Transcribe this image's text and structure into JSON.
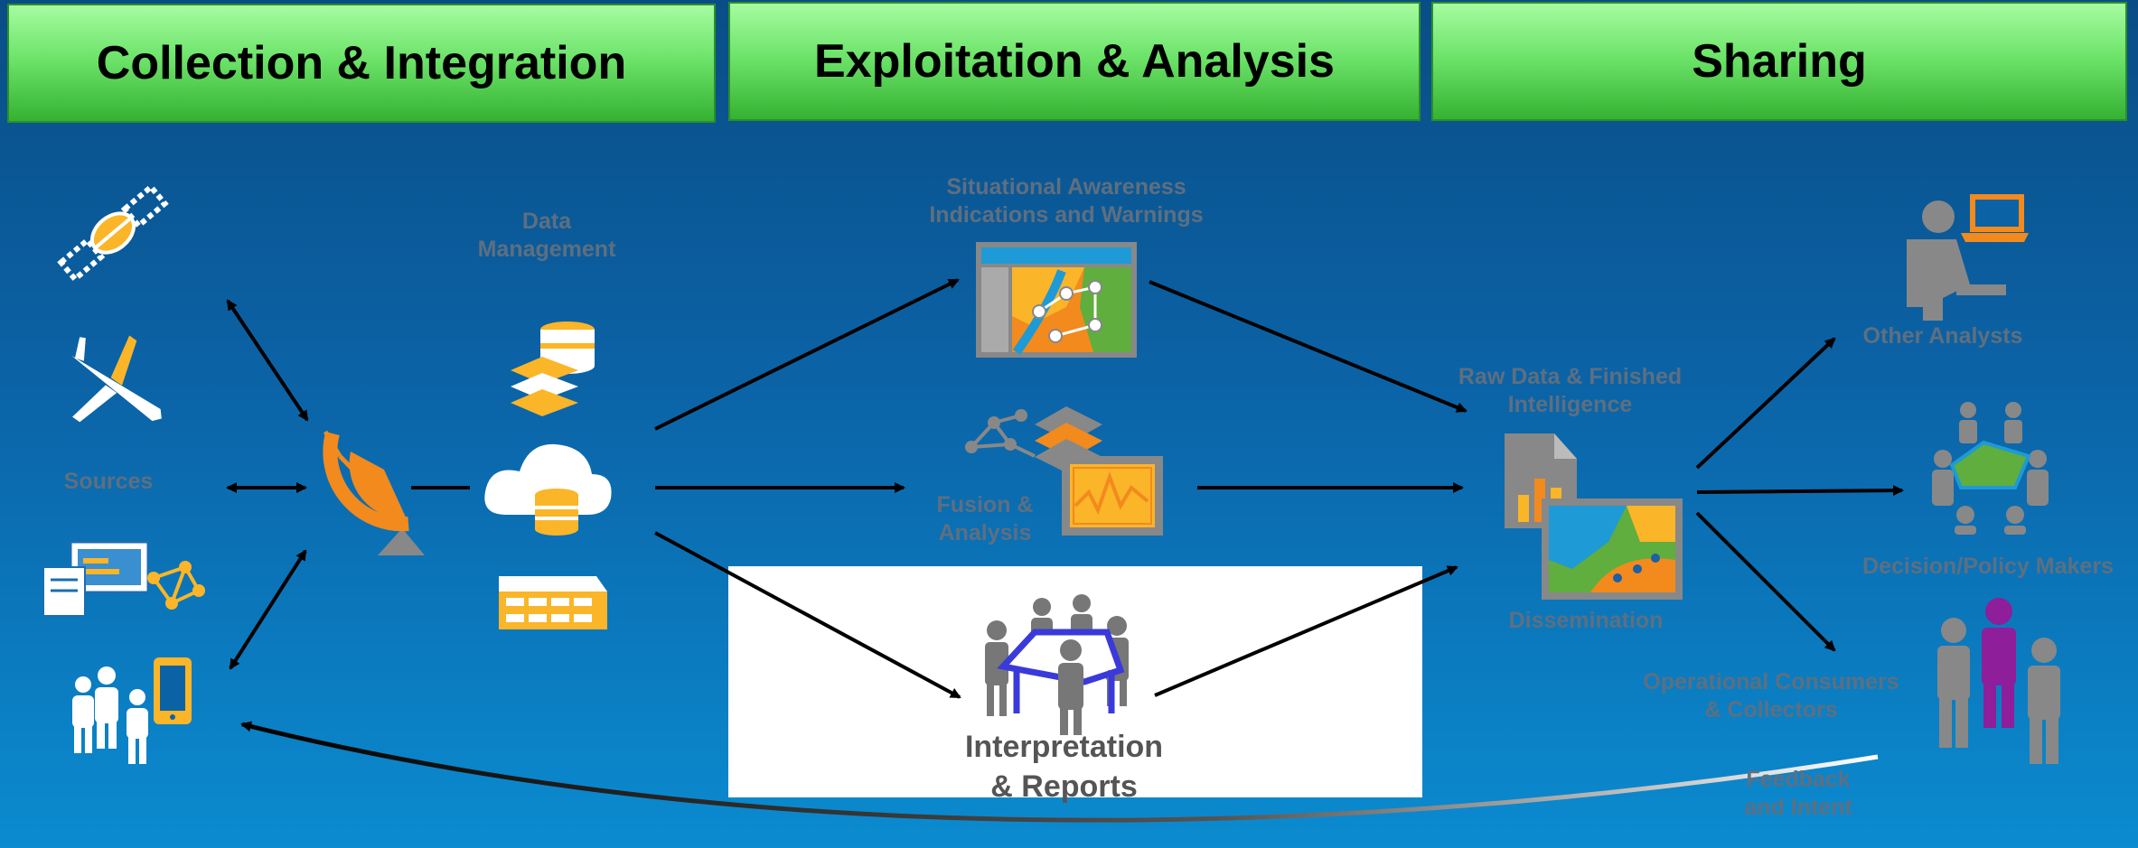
{
  "headers": {
    "collection": "Collection & Integration",
    "exploitation": "Exploitation & Analysis",
    "sharing": "Sharing"
  },
  "labels": {
    "data_management": "Data\nManagement",
    "sources": "Sources",
    "situational": "Situational Awareness\nIndications and Warnings",
    "fusion": "Fusion &\nAnalysis",
    "interpretation": "Interpretation\n& Reports",
    "raw_data": "Raw Data & Finished\nIntelligence",
    "dissemination": "Dissemination",
    "other_analysts": "Other Analysts",
    "decision_makers": "Decision/Policy Makers",
    "operational": "Operational Consumers\n& Collectors",
    "feedback": "Feedback\nand Intent"
  },
  "colors": {
    "header_green": "#6ee46b",
    "icon_orange": "#f28a1e",
    "icon_yellow": "#fbb528",
    "icon_gray": "#888888",
    "background_blue": "#0b63a6"
  },
  "icons": [
    "satellite-icon",
    "aircraft-icon",
    "computer-network-icon",
    "people-mobile-icon",
    "satellite-dish-icon",
    "database-stack-icon",
    "cloud-database-icon",
    "server-rack-icon",
    "map-dashboard-icon",
    "network-graph-icon",
    "monitor-chart-icon",
    "meeting-table-icon",
    "report-chart-icon",
    "map-monitor-icon",
    "analyst-laptop-icon",
    "policy-meeting-icon",
    "group-people-icon"
  ]
}
